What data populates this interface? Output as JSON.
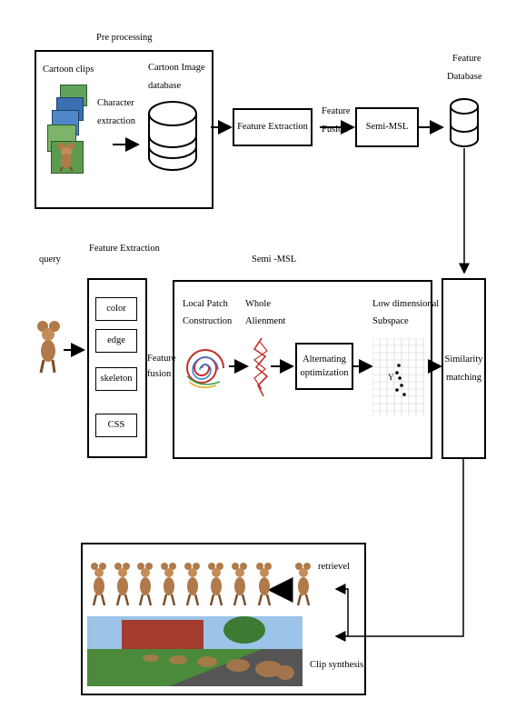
{
  "preprocessing": {
    "title": "Pre processing",
    "cartoon_clips": "Cartoon clips",
    "image_db_l1": "Cartoon Image",
    "image_db_l2": "database",
    "char_extraction_l1": "Character",
    "char_extraction_l2": "extraction"
  },
  "top_flow": {
    "feature_extraction": "Feature Extraction",
    "feature_fusion_l1": "Feature",
    "feature_fusion_l2": "Fusion",
    "semi_msl": "Semi-MSL",
    "feature_db_l1": "Feature",
    "feature_db_l2": "Database"
  },
  "query": {
    "label": "query"
  },
  "feature_extraction_panel": {
    "title": "Feature Extraction",
    "items": [
      "color",
      "edge",
      "skeleton",
      "CSS"
    ],
    "fusion_l1": "Feature",
    "fusion_l2": "fusion"
  },
  "semi_msl_panel": {
    "title": "Semi -MSL",
    "local_patch_l1": "Local Patch",
    "local_patch_l2": "Construction",
    "whole_l1": "Whole",
    "whole_l2": "Alienment",
    "alternating_l1": "Alternating",
    "alternating_l2": "optimization",
    "low_dim_l1": "Low dimensional",
    "low_dim_l2": "Subspace",
    "axis_y": "Y"
  },
  "similarity": {
    "l1": "Similarity",
    "l2": "matching"
  },
  "output": {
    "retrieval": "retrievel",
    "clip_synthesis": "Clip synthesis"
  },
  "colors": {
    "line": "#000000",
    "grid": "#cfcfcf",
    "cartoon_brown": "#b07a4a",
    "grass": "#4a8a3a",
    "sky": "#9cc3e8",
    "barn": "#a33b2e",
    "road": "#555555",
    "manifold_red": "#c0302a"
  }
}
